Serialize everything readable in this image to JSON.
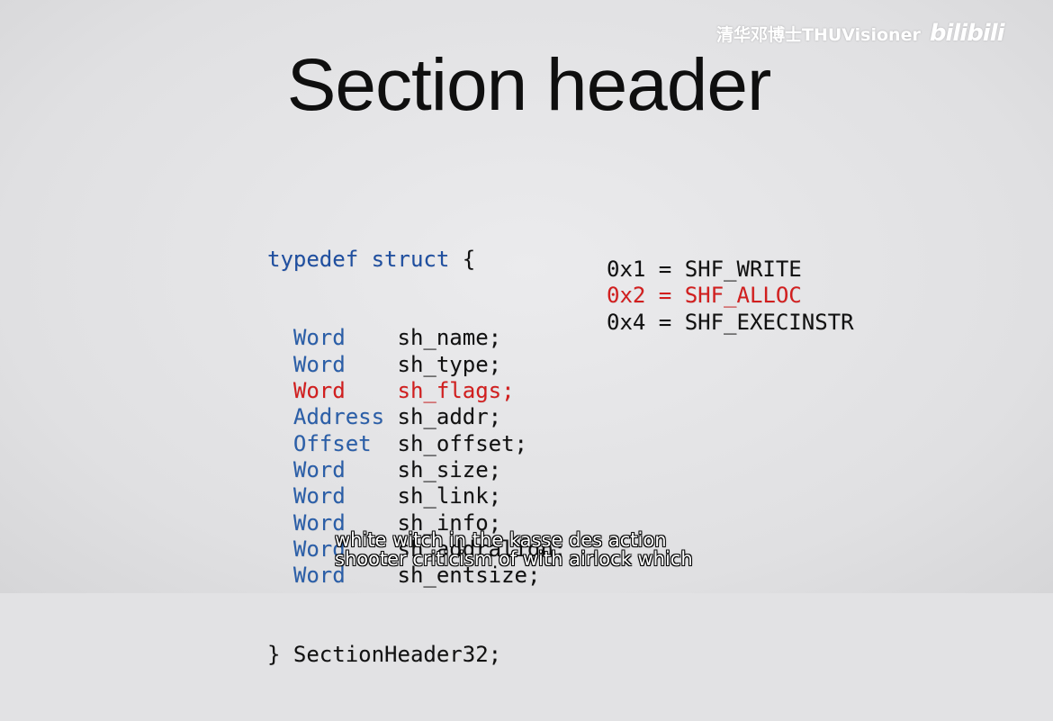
{
  "watermark": {
    "channel": "清华邓博士THUVisioner",
    "logo": "bilibili"
  },
  "slide": {
    "title": "Section header",
    "code": {
      "open_keyword": "typedef struct",
      "open_brace": "{",
      "fields": [
        {
          "type": "Word",
          "name": "sh_name;",
          "highlight": false
        },
        {
          "type": "Word",
          "name": "sh_type;",
          "highlight": false
        },
        {
          "type": "Word",
          "name": "sh_flags;",
          "highlight": true
        },
        {
          "type": "Address",
          "name": "sh_addr;",
          "highlight": false
        },
        {
          "type": "Offset",
          "name": "sh_offset;",
          "highlight": false
        },
        {
          "type": "Word",
          "name": "sh_size;",
          "highlight": false
        },
        {
          "type": "Word",
          "name": "sh_link;",
          "highlight": false
        },
        {
          "type": "Word",
          "name": "sh_info;",
          "highlight": false
        },
        {
          "type": "Word",
          "name": "sh_addralign;",
          "highlight": false
        },
        {
          "type": "Word",
          "name": "sh_entsize;",
          "highlight": false
        }
      ],
      "close": "} SectionHeader32;"
    },
    "flags": [
      {
        "text": "0x1 = SHF_WRITE",
        "highlight": false
      },
      {
        "text": "0x2 = SHF_ALLOC",
        "highlight": true
      },
      {
        "text": "0x4 = SHF_EXECINSTR",
        "highlight": false
      }
    ]
  },
  "subtitles": {
    "line1": "white witch in the kasse des action",
    "line2": "shooter criticism of with airlock which"
  },
  "colors": {
    "keyword": "#1f4fa0",
    "highlight": "#d21e1e",
    "text": "#111111"
  }
}
